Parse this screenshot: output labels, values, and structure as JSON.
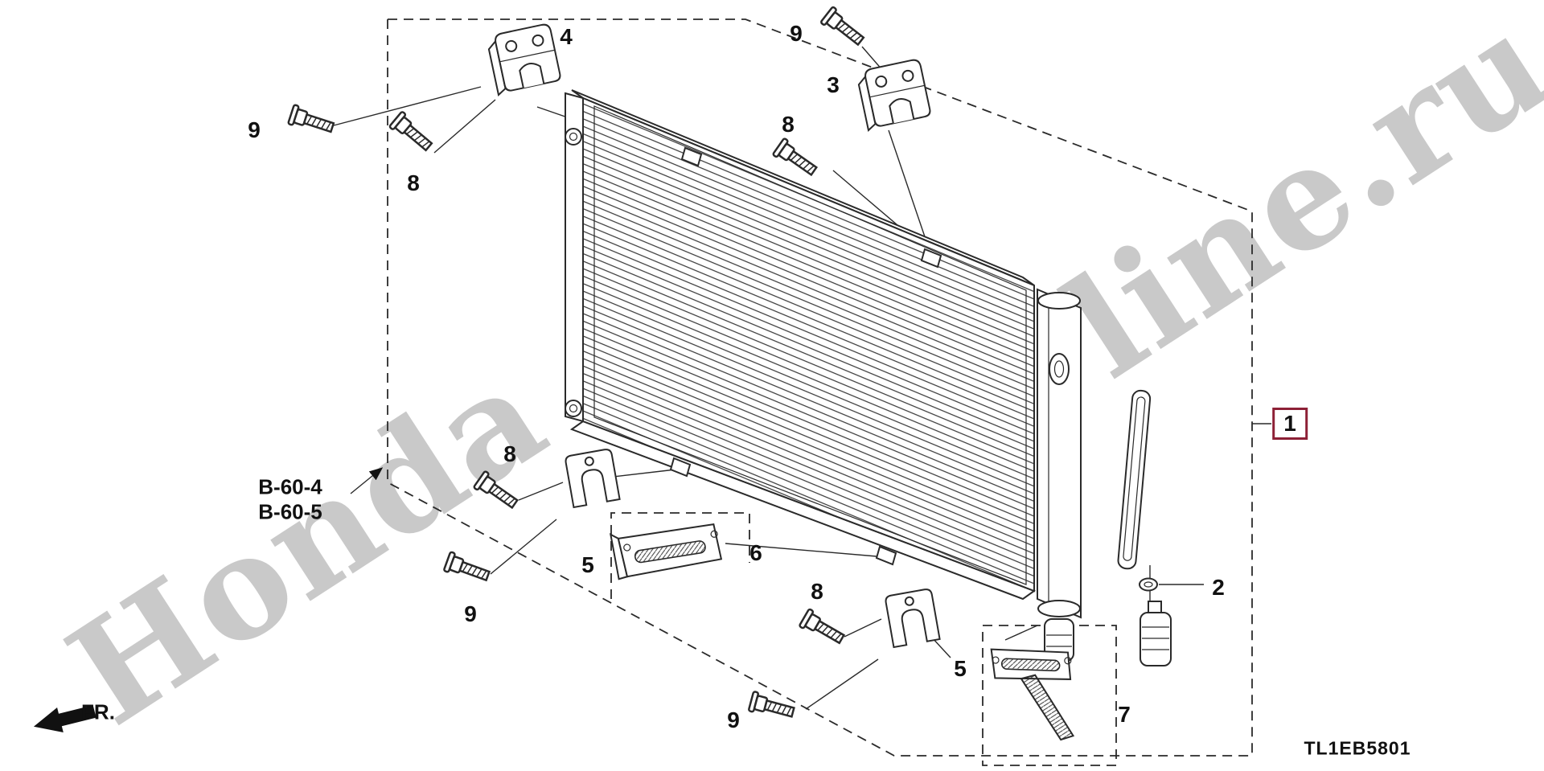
{
  "watermark": {
    "left": "Honda",
    "right": "line.ru"
  },
  "callouts": {
    "n1": "1",
    "n2": "2",
    "n3": "3",
    "n4": "4",
    "n5": "5",
    "n6": "6",
    "n7": "7",
    "n8": "8",
    "n9": "9"
  },
  "refs": {
    "b604": "B-60-4",
    "b605": "B-60-5"
  },
  "footer": {
    "fr_label": "FR.",
    "diagram_code": "TL1EB5801"
  },
  "colors": {
    "line": "#2a2a2a",
    "callout_box_border": "#8d2036",
    "watermark": "#c9c9c9"
  }
}
